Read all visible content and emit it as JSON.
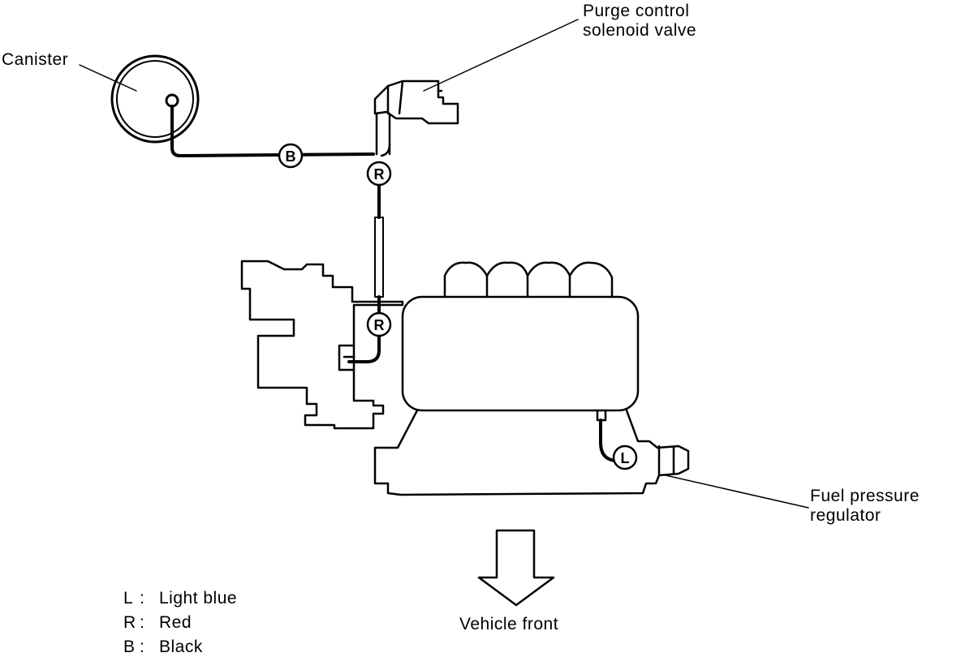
{
  "labels": {
    "canister": "Canister",
    "purge_valve": [
      "Purge control",
      "solenoid valve"
    ],
    "fuel_regulator": [
      "Fuel pressure",
      "regulator"
    ],
    "vehicle_front": "Vehicle front"
  },
  "hose_markers": {
    "canister_hose": "B",
    "valve_hose_upper": "R",
    "valve_hose_lower": "R",
    "regulator_hose": "L"
  },
  "legend": [
    {
      "code": "L",
      "separator": ":",
      "color_name": "Light blue"
    },
    {
      "code": "R",
      "separator": ":",
      "color_name": "Red"
    },
    {
      "code": "B",
      "separator": ":",
      "color_name": "Black"
    }
  ]
}
